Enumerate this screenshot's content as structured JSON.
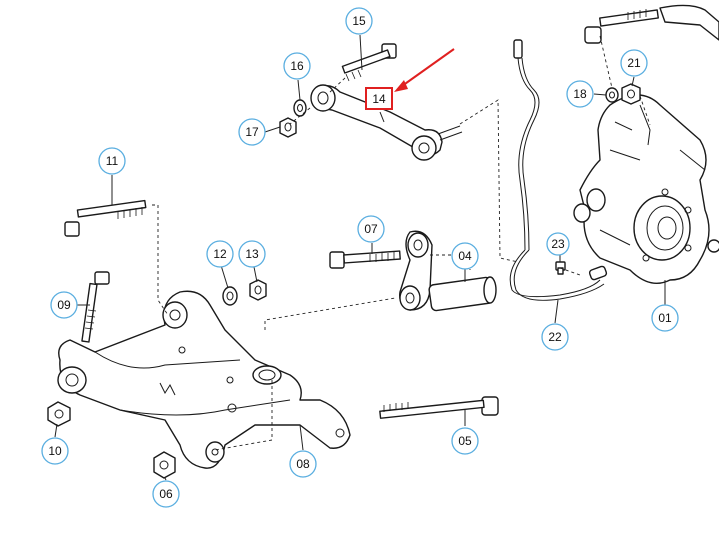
{
  "callouts": {
    "c01": "01",
    "c04": "04",
    "c05": "05",
    "c06": "06",
    "c07": "07",
    "c08": "08",
    "c09": "09",
    "c10": "10",
    "c11": "11",
    "c12": "12",
    "c13": "13",
    "c14": "14",
    "c15": "15",
    "c16": "16",
    "c17": "17",
    "c18": "18",
    "c21": "21",
    "c22": "22",
    "c23": "23"
  },
  "highlighted_part": "14",
  "colors": {
    "callout_ring": "#5aaee0",
    "highlight": "#e02020",
    "line": "#1a1a1a"
  }
}
